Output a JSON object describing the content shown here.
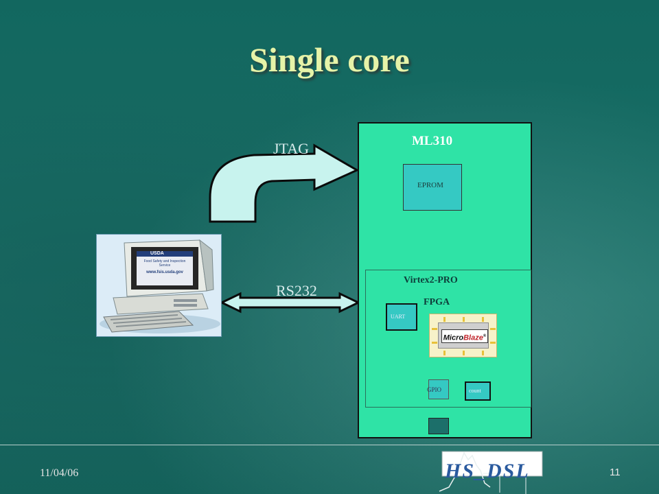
{
  "slide": {
    "title": "Single core",
    "date": "11/04/06",
    "page_number": "11"
  },
  "diagram": {
    "labels": {
      "jtag": "JTAG",
      "rs232": "RS232"
    },
    "board": {
      "name": "ML310",
      "eprom": "EPROM",
      "virtex": "Virtex2-PRO",
      "fpga": "FPGA",
      "uart": "UART",
      "gpio": "GPIO",
      "count": "count",
      "microblaze": {
        "micro": "Micro",
        "blaze": "Blaze",
        "tm": "®"
      }
    },
    "computer": {
      "screen_line1": "USDA",
      "screen_line2": "Food Safety and Inspection Service",
      "screen_line3": "www.fsis.usda.gov"
    }
  },
  "logo": {
    "text": "HS_DSL"
  },
  "colors": {
    "background": "#176a62",
    "board": "#2fe3a6",
    "block": "#35c9c3",
    "title": "#e6f3a8",
    "arrow_fill": "#c8f3ee"
  }
}
